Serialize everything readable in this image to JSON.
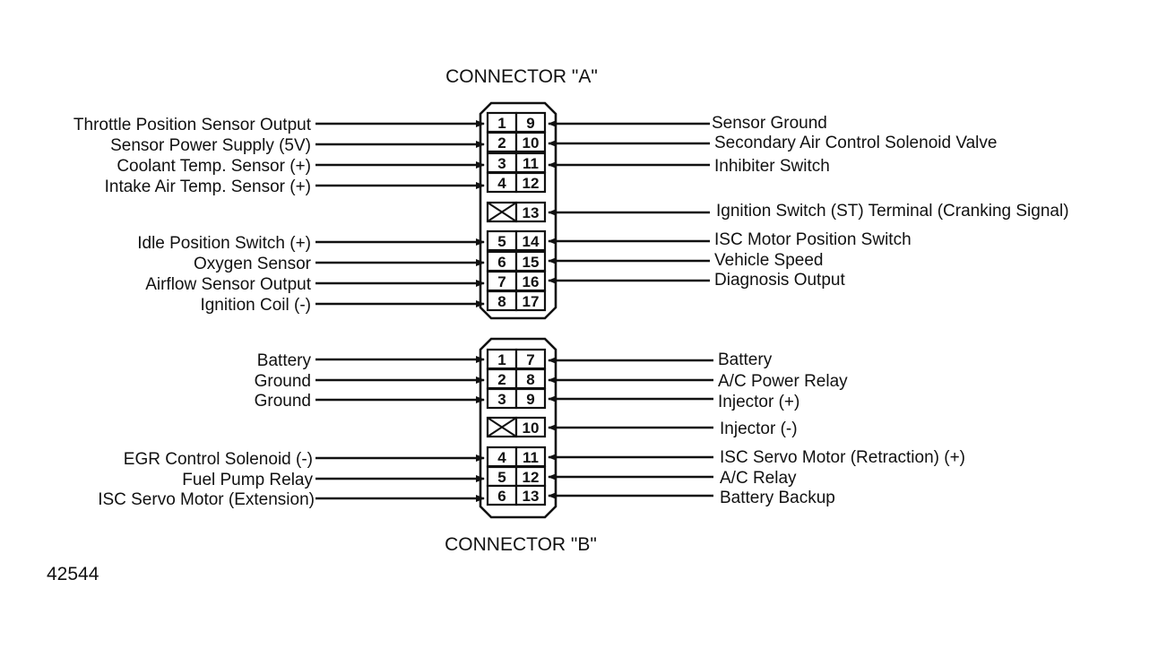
{
  "connectors": [
    {
      "title": "CONNECTOR \"A\"",
      "left": [
        {
          "pin": "1",
          "label": "Throttle Position Sensor Output"
        },
        {
          "pin": "2",
          "label": "Sensor Power Supply (5V)"
        },
        {
          "pin": "3",
          "label": "Coolant Temp. Sensor (+)"
        },
        {
          "pin": "4",
          "label": "Intake Air Temp. Sensor (+)"
        },
        {
          "pin": "5",
          "label": "Idle Position Switch (+)"
        },
        {
          "pin": "6",
          "label": "Oxygen Sensor"
        },
        {
          "pin": "7",
          "label": "Airflow Sensor Output"
        },
        {
          "pin": "8",
          "label": "Ignition Coil (-)"
        }
      ],
      "right": [
        {
          "pin": "9",
          "label": "Sensor Ground"
        },
        {
          "pin": "10",
          "label": "Secondary Air Control Solenoid Valve"
        },
        {
          "pin": "11",
          "label": "Inhibiter Switch"
        },
        {
          "pin": "12",
          "label": ""
        },
        {
          "pin": "13",
          "label": "Ignition Switch (ST) Terminal (Cranking Signal)"
        },
        {
          "pin": "14",
          "label": "ISC Motor Position Switch"
        },
        {
          "pin": "15",
          "label": "Vehicle Speed"
        },
        {
          "pin": "16",
          "label": "Diagnosis Output"
        },
        {
          "pin": "17",
          "label": ""
        }
      ]
    },
    {
      "title": "CONNECTOR \"B\"",
      "left": [
        {
          "pin": "1",
          "label": "Battery"
        },
        {
          "pin": "2",
          "label": "Ground"
        },
        {
          "pin": "3",
          "label": "Ground"
        },
        {
          "pin": "4",
          "label": "EGR Control Solenoid (-)"
        },
        {
          "pin": "5",
          "label": "Fuel Pump Relay"
        },
        {
          "pin": "6",
          "label": "ISC Servo Motor (Extension)"
        }
      ],
      "right": [
        {
          "pin": "7",
          "label": "Battery"
        },
        {
          "pin": "8",
          "label": "A/C Power Relay"
        },
        {
          "pin": "9",
          "label": "Injector (+)"
        },
        {
          "pin": "10",
          "label": "Injector (-)"
        },
        {
          "pin": "11",
          "label": "ISC Servo Motor (Retraction) (+)"
        },
        {
          "pin": "12",
          "label": "A/C Relay"
        },
        {
          "pin": "13",
          "label": "Battery Backup"
        }
      ]
    }
  ],
  "figure_number": "42544"
}
